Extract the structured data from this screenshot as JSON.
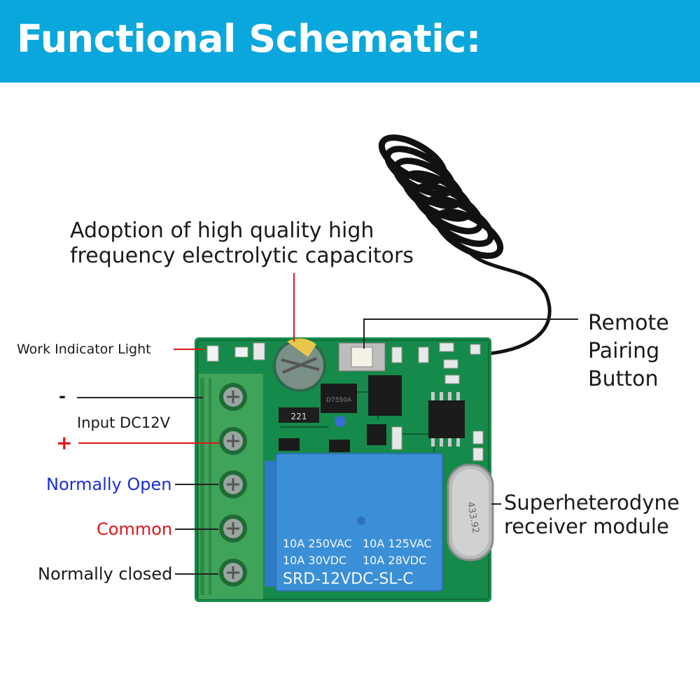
{
  "header": {
    "title": "Functional Schematic:"
  },
  "callouts": {
    "capacitor_line1": "Adoption of high quality high",
    "capacitor_line2": "frequency electrolytic capacitors",
    "work_indicator": "Work Indicator Light",
    "input_power": "Input DC12V",
    "minus_symbol": "-",
    "plus_symbol": "+",
    "normally_open": "Normally Open",
    "common": "Common",
    "normally_closed": "Normally closed",
    "pairing_line1": "Remote",
    "pairing_line2": "Pairing",
    "pairing_line3": "Button",
    "receiver_line1": "Superheterodyne",
    "receiver_line2": "receiver module"
  },
  "board": {
    "relay_line1_left": "10A 250VAC",
    "relay_line1_right": "10A 125VAC",
    "relay_line2_left": "10A 30VDC",
    "relay_line2_right": "10A 28VDC",
    "relay_model": "SRD-12VDC-SL-C",
    "resistor_code": "221",
    "crystal_code": "433.92",
    "chip_mark": "D7550A"
  },
  "colors": {
    "banner": "#0aa7dc",
    "pcb": "#168a4a",
    "terminal": "#3fa35a",
    "relay": "#3b8fd6",
    "red": "#e0161b",
    "blue": "#1a2fd6"
  }
}
